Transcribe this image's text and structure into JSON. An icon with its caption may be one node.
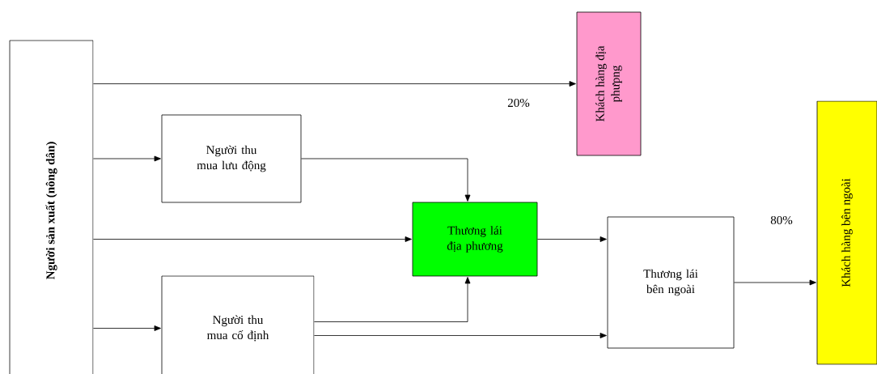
{
  "diagram": {
    "nodes": [
      {
        "text": [
          "Người sản xuất (nông dân)"
        ]
      },
      {
        "text": [
          "Khách hàng địa phưpng"
        ]
      },
      {
        "text": [
          "Người thu mua lưu động"
        ]
      },
      {
        "text": [
          "Thương lái địa phương"
        ]
      },
      {
        "text": [
          "Người thu mua cố định"
        ]
      },
      {
        "text": [
          "Thương lái bên ngoài"
        ]
      },
      {
        "text": [
          "Khách hàng bên ngoài"
        ]
      }
    ],
    "edges": [
      {
        "from": 0,
        "to": 1,
        "arrow": "to"
      },
      {
        "from": 0,
        "to": 2,
        "arrow": "to"
      },
      {
        "from": 2,
        "to": 3,
        "arrow": "to"
      },
      {
        "from": 0,
        "to": 3,
        "arrow": "to"
      },
      {
        "from": 3,
        "to": 5,
        "arrow": "to"
      },
      {
        "from": 0,
        "to": 4,
        "arrow": "to"
      },
      {
        "from": 4,
        "to": 3,
        "arrow": "to"
      },
      {
        "from": 4,
        "to": 5,
        "arrow": "to"
      },
      {
        "from": 5,
        "to": 6,
        "arrow": "to"
      }
    ],
    "labels": [
      "20%",
      "80%"
    ]
  }
}
